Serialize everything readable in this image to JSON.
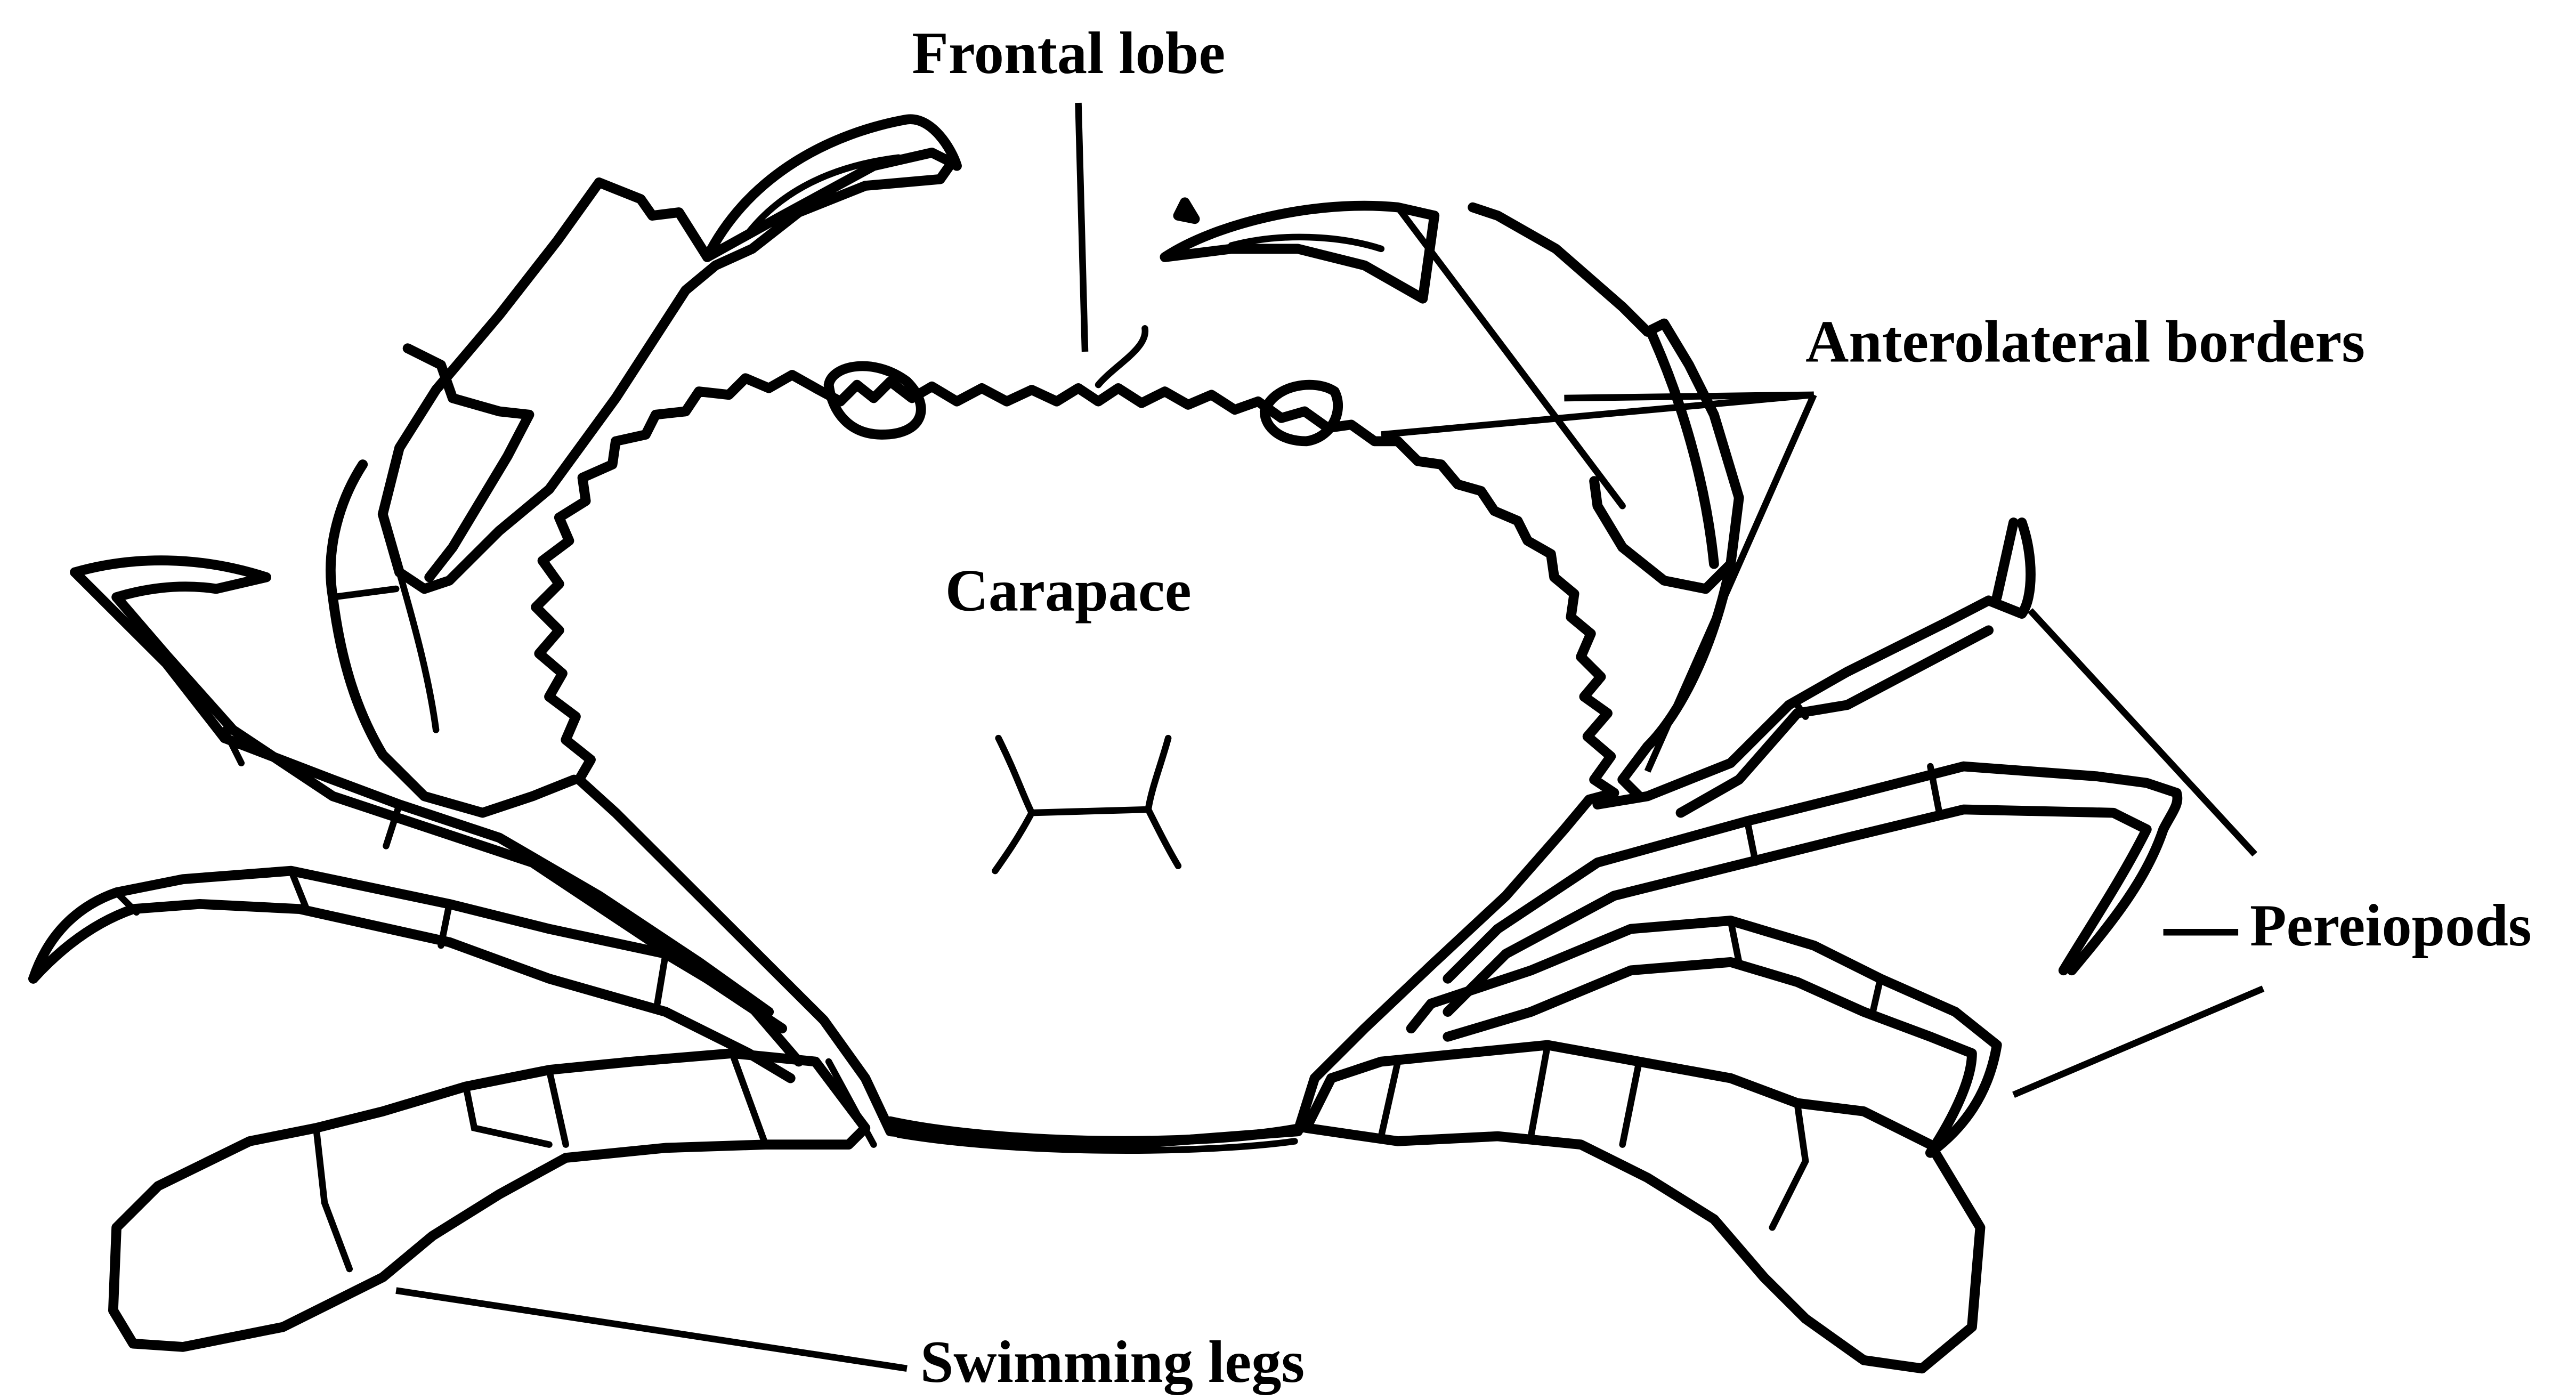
{
  "labels": {
    "frontal_lobe": "Frontal lobe",
    "anterolateral_borders": "Anterolateral borders",
    "carapace": "Carapace",
    "pereiopods": "Pereiopods",
    "swimming_legs": "Swimming legs"
  },
  "stroke_color": "#000000",
  "background_color": "#ffffff"
}
